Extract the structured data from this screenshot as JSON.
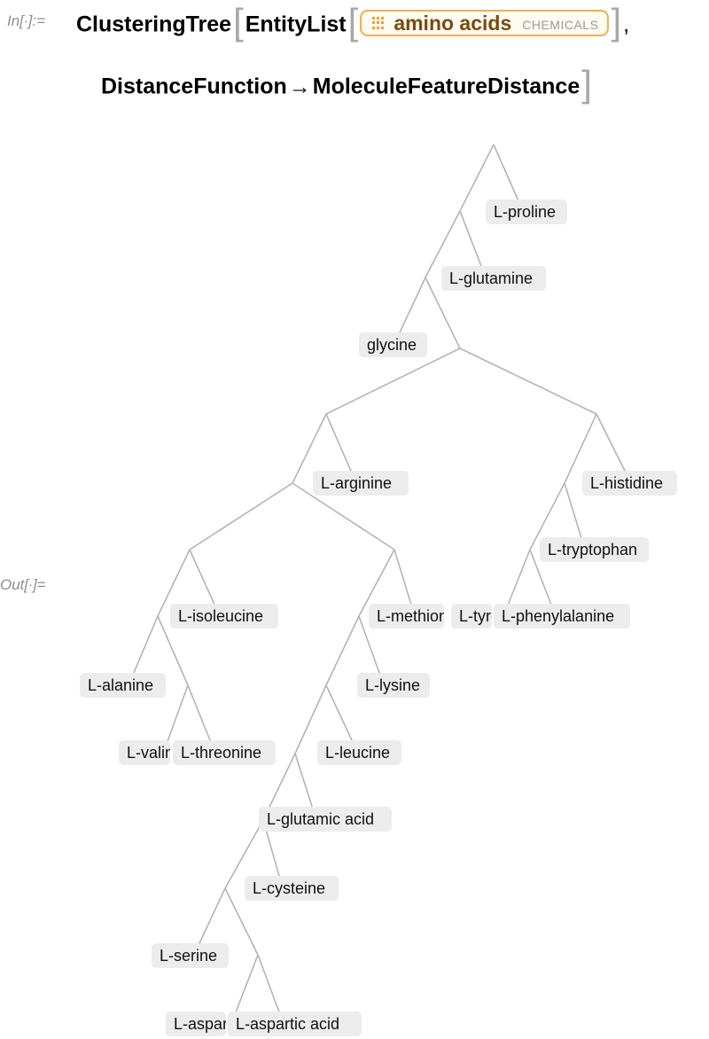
{
  "input": {
    "label": "In[∙]:=",
    "function": "ClusteringTree",
    "entity_list": "EntityList",
    "entity": {
      "name": "amino acids",
      "type": "CHEMICALS",
      "icon": "entity-class-grid-icon"
    },
    "comma": ",",
    "option_name": "DistanceFunction",
    "arrow": "→",
    "option_value": "MoleculeFeatureDistance"
  },
  "output": {
    "label": "Out[∙]=",
    "leaves": [
      "L-proline",
      "L-glutamine",
      "glycine",
      "L-arginine",
      "L-histidine",
      "L-tryptophan",
      "L-isoleucine",
      "L-methionine",
      "L-tyrosine",
      "L-phenylalanine",
      "L-alanine",
      "L-lysine",
      "L-valine",
      "L-threonine",
      "L-leucine",
      "L-glutamic acid",
      "L-cysteine",
      "L-serine",
      "L-asparagine",
      "L-aspartic acid"
    ]
  },
  "colors": {
    "edge": "#b4b4b4",
    "label_bg": "#ececec",
    "entity_border": "#f0b050",
    "bracket": "#a8a8a8"
  }
}
